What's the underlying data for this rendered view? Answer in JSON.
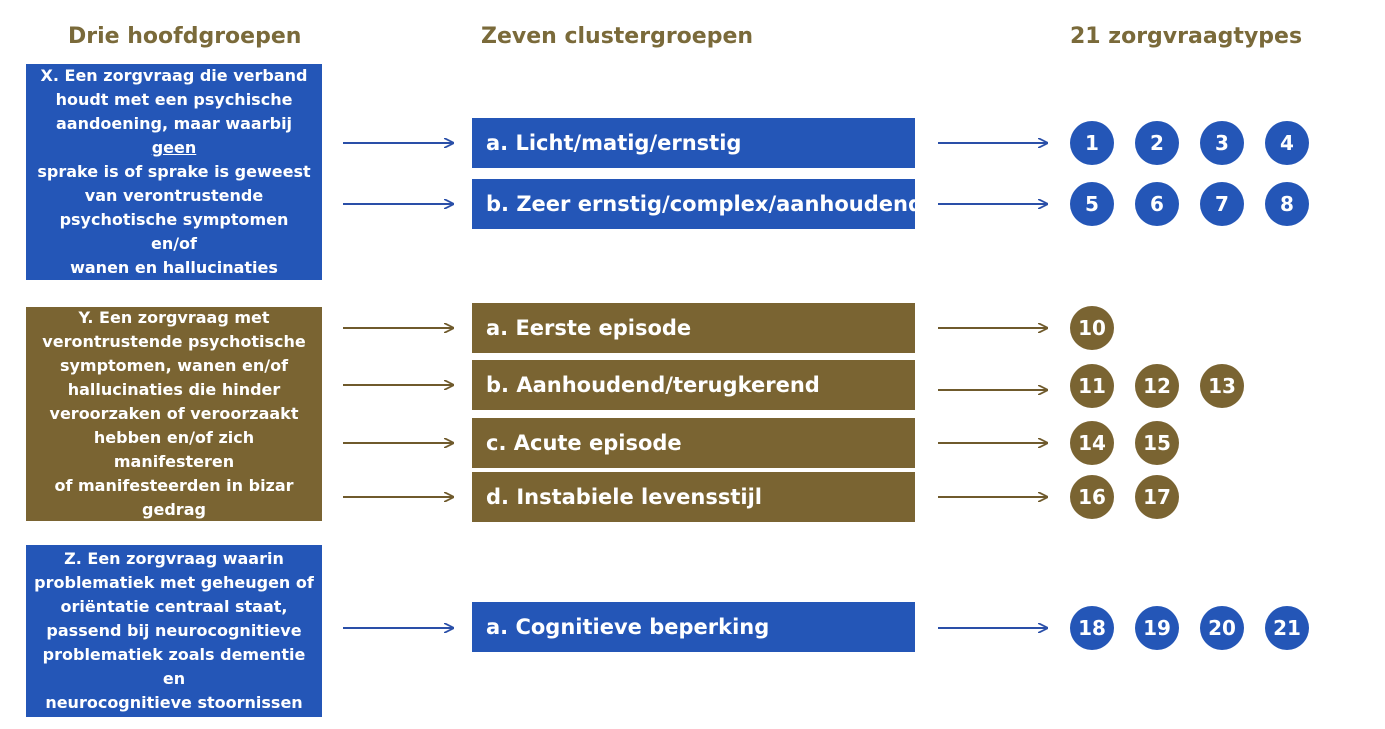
{
  "headings": {
    "groups": "Drie hoofdgroepen",
    "clusters": "Zeven clustergroepen",
    "types": "21 zorgvraagtypes"
  },
  "colors": {
    "blue": "#2456b7",
    "brown": "#7a6432",
    "heading": "#7a6a3a"
  },
  "groups": {
    "x": {
      "before": "X. Een zorgvraag die verband\nhoudt met een psychische\naandoening, maar waarbij ",
      "underline": "geen",
      "after": "\nsprake is of sprake is geweest\nvan verontrustende\npsychotische symptomen en/of\nwanen en hallucinaties"
    },
    "y": "Y. Een zorgvraag met\nverontrustende psychotische\nsymptomen, wanen en/of\nhallucinaties die hinder\nveroorzaken of veroorzaakt\nhebben en/of zich manifesteren\nof manifesteerden in bizar\ngedrag",
    "z": "Z. Een zorgvraag waarin\nproblematiek met geheugen of\noriëntatie centraal staat,\npassend bij neurocognitieve\nproblematiek zoals dementie en\nneurocognitieve stoornissen"
  },
  "clusters": {
    "xa": "a. Licht/matig/ernstig",
    "xb": "b. Zeer ernstig/complex/aanhoudend",
    "ya": "a. Eerste episode",
    "yb": "b. Aanhoudend/terugkerend",
    "yc": "c. Acute episode",
    "yd": "d. Instabiele levensstijl",
    "za": "a. Cognitieve beperking"
  },
  "types": {
    "xa": [
      "1",
      "2",
      "3",
      "4"
    ],
    "xb": [
      "5",
      "6",
      "7",
      "8"
    ],
    "ya": [
      "10"
    ],
    "yb": [
      "11",
      "12",
      "13"
    ],
    "yc": [
      "14",
      "15"
    ],
    "yd": [
      "16",
      "17"
    ],
    "za": [
      "18",
      "19",
      "20",
      "21"
    ]
  }
}
